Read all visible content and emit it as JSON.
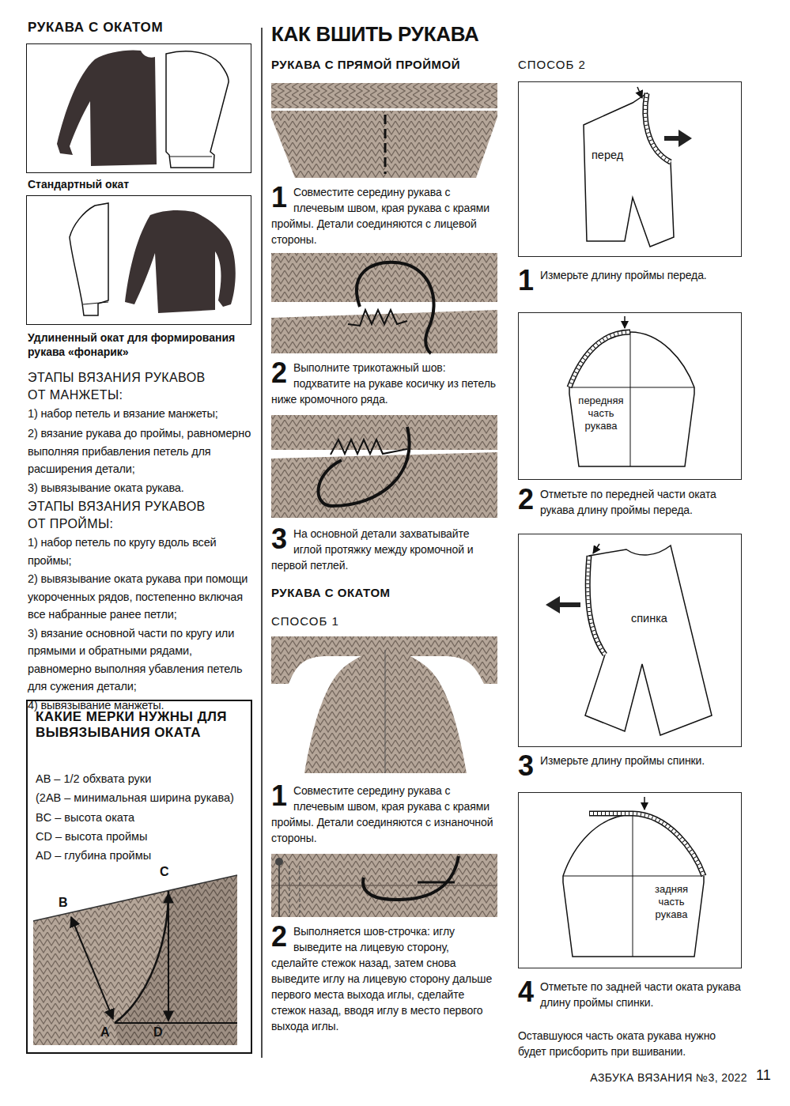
{
  "diagram": {
    "title": "КАК ВШИТЬ РУКАВА",
    "nodes": [
      {
        "text": [
          "КАКИЕ МЕРКИ НУЖНЫ ДЛЯ ВЫВЯЗЫВАНИЯ ОКАТА",
          "AB – 1/2 обхвата руки",
          "(2AB – минимальная ширина рукава)",
          "BC – высота оката",
          "CD – высота проймы",
          "AD – глубина проймы"
        ]
      },
      {
        "text": [
          "перед"
        ]
      },
      {
        "text": [
          "передняя часть рукава"
        ]
      },
      {
        "text": [
          "спинка"
        ]
      },
      {
        "text": [
          "задняя часть рукава"
        ]
      }
    ],
    "labels": [
      "РУКАВА С ОКАТОМ",
      "Стандартный окат",
      "Удлиненный окат для формирования рукава «фонарик»",
      "ЭТАПЫ ВЯЗАНИЯ РУКАВОВ ОТ МАНЖЕТЫ:",
      "1) набор петель и вязание манжеты;",
      "2) вязание рукава до проймы, равномерно выполняя прибавления петель для расширения детали;",
      "3) вывязывание оката рукава.",
      "ЭТАПЫ ВЯЗАНИЯ РУКАВОВ ОТ ПРОЙМЫ:",
      "1) набор петель по кругу вдоль всей проймы;",
      "2) вывязывание оката рукава при помощи укороченных рядов, постепенно включая все набранные ранее петли;",
      "3) вязание основной части по кругу или прямыми и обратными рядами, равномерно выполняя убавления петель для сужения детали;",
      "4) вывязывание манжеты.",
      "B",
      "C",
      "A",
      "D",
      "РУКАВА С ПРЯМОЙ ПРОЙМОЙ",
      "1",
      "Совместите середину рукава с плечевым швом, края рукава с краями проймы. Детали соединяются с лицевой стороны.",
      "2",
      "Выполните трикотажный шов: подхватите на рукаве косичку из петель ниже кромочного ряда.",
      "3",
      "На основной детали захватывайте иглой протяжку между кромочной и первой петлей.",
      "РУКАВА С ОКАТОМ",
      "СПОСОБ 1",
      "1",
      "Совместите середину рукава с плечевым швом, края рукава с краями проймы. Детали соединяются с изнаночной стороны.",
      "2",
      "Выполняется шов-строчка: иглу выведите на лицевую сторону, сделайте стежок назад, затем снова выведите иглу на лицевую сторону дальше первого места выхода иглы, сделайте стежок назад, вводя иглу в место первого выхода иглы.",
      "СПОСОБ 2",
      "1",
      "Измерьте длину проймы переда.",
      "2",
      "Отметьте по передней части оката рукава длину проймы переда.",
      "3",
      "Измерьте длину проймы спинки.",
      "4",
      "Отметьте по задней части оката рукава длину проймы спинки.",
      "Оставшуюся часть оката рукава нужно будет присборить при вшивании.",
      "АЗБУКА ВЯЗАНИЯ №3, 2022",
      "11"
    ]
  }
}
